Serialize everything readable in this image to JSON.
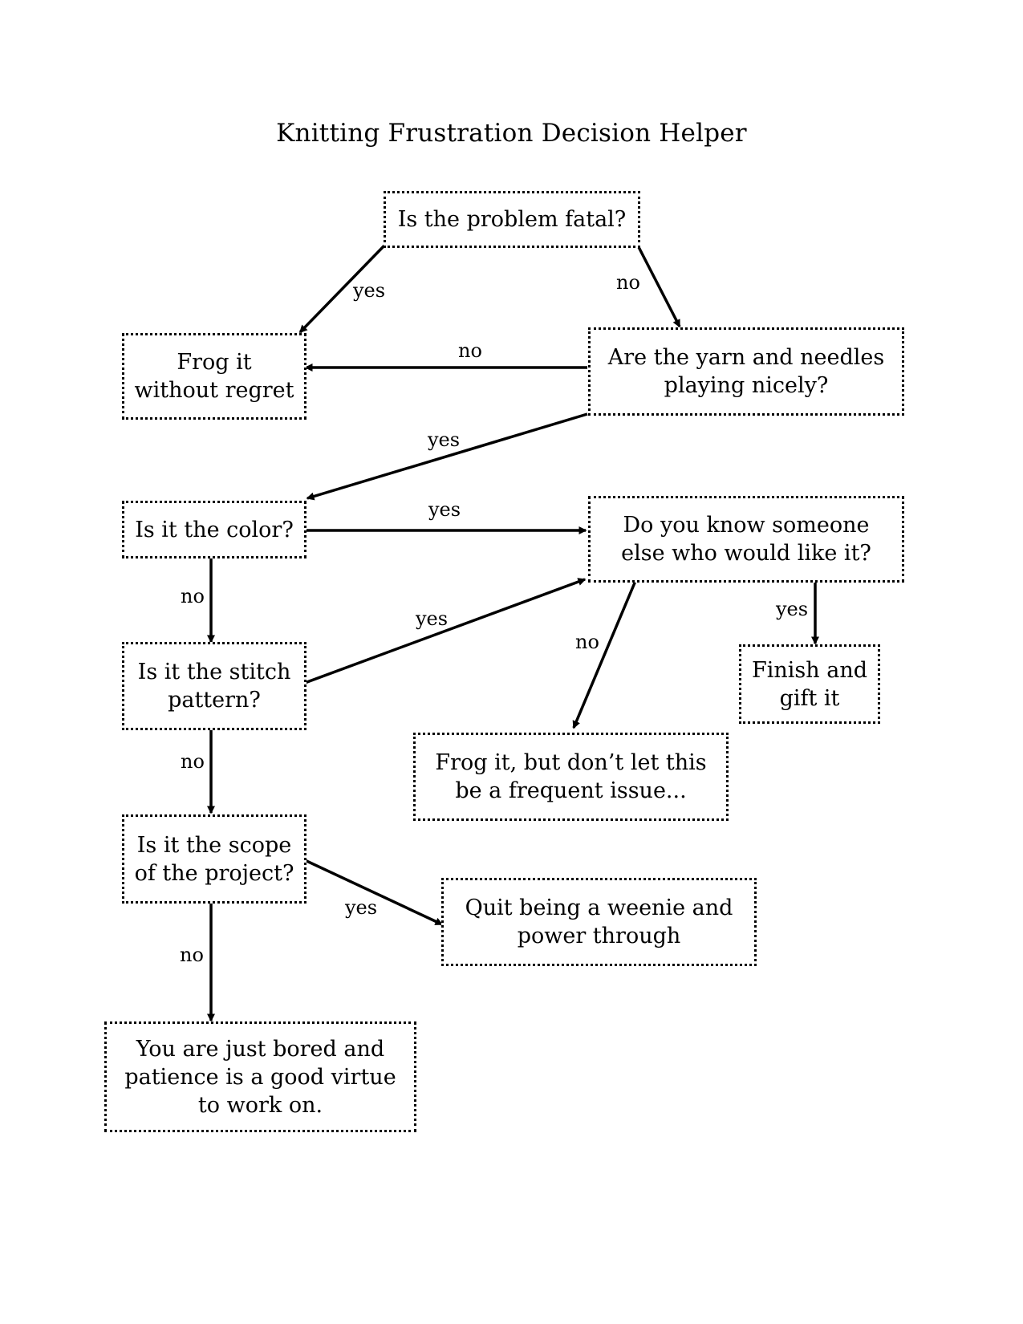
{
  "diagram": {
    "title": "Knitting Frustration Decision Helper",
    "nodes": {
      "fatal": "Is the problem fatal?",
      "frog_no_regret": "Frog it\nwithout regret",
      "yarn_needles": "Are the yarn and needles\nplaying nicely?",
      "color": "Is it the color?",
      "know_someone": "Do you know someone\nelse who would like it?",
      "stitch": "Is it the stitch\npattern?",
      "finish_gift": "Finish and\ngift it",
      "frog_frequent": "Frog it, but don’t let this\nbe a frequent issue...",
      "scope": "Is it the scope\nof the project?",
      "power_through": "Quit being a weenie and\npower through",
      "bored": "You are just bored and\npatience is a good virtue\nto work on."
    },
    "edges": [
      {
        "from": "fatal",
        "to": "frog_no_regret",
        "label": "yes"
      },
      {
        "from": "fatal",
        "to": "yarn_needles",
        "label": "no"
      },
      {
        "from": "yarn_needles",
        "to": "frog_no_regret",
        "label": "no"
      },
      {
        "from": "yarn_needles",
        "to": "color",
        "label": "yes"
      },
      {
        "from": "color",
        "to": "know_someone",
        "label": "yes"
      },
      {
        "from": "color",
        "to": "stitch",
        "label": "no"
      },
      {
        "from": "stitch",
        "to": "know_someone",
        "label": "yes"
      },
      {
        "from": "know_someone",
        "to": "frog_frequent",
        "label": "no"
      },
      {
        "from": "know_someone",
        "to": "finish_gift",
        "label": "yes"
      },
      {
        "from": "stitch",
        "to": "scope",
        "label": "no"
      },
      {
        "from": "scope",
        "to": "power_through",
        "label": "yes"
      },
      {
        "from": "scope",
        "to": "bored",
        "label": "no"
      }
    ]
  }
}
